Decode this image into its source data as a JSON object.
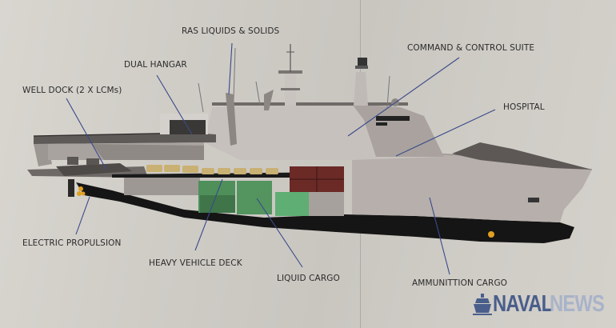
{
  "diagram": {
    "subject": "Amphibious ship cutaway (LHD/LPD) with labelled compartments",
    "labels": [
      {
        "id": "ras",
        "text": "RAS LIQUIDS & SOLIDS"
      },
      {
        "id": "dual_hangar",
        "text": "DUAL HANGAR"
      },
      {
        "id": "well_dock",
        "text": "WELL DOCK (2 X LCMs)"
      },
      {
        "id": "command_control",
        "text": "COMMAND & CONTROL SUITE"
      },
      {
        "id": "hospital",
        "text": "HOSPITAL"
      },
      {
        "id": "electric_propulsion",
        "text": "ELECTRIC PROPULSION"
      },
      {
        "id": "heavy_vehicle_deck",
        "text": "HEAVY VEHICLE DECK"
      },
      {
        "id": "liquid_cargo",
        "text": "LIQUID CARGO"
      },
      {
        "id": "ammunition_cargo",
        "text": "AMMUNITTION CARGO"
      }
    ],
    "colors": {
      "hull_grey": "#b3aca8",
      "hull_dark": "#151515",
      "liquid_cargo_green": "#4e9a62",
      "ammo_red": "#6b2a26",
      "vehicles_tan": "#c9b073",
      "leader_line": "#3a4a8a",
      "propeller": "#e0a020"
    }
  },
  "watermark": {
    "part1": "NAVAL",
    "part2": "NEWS",
    "icon": "ship-icon",
    "color_primary": "#4a5e8c",
    "color_secondary": "#a9b3c9"
  }
}
